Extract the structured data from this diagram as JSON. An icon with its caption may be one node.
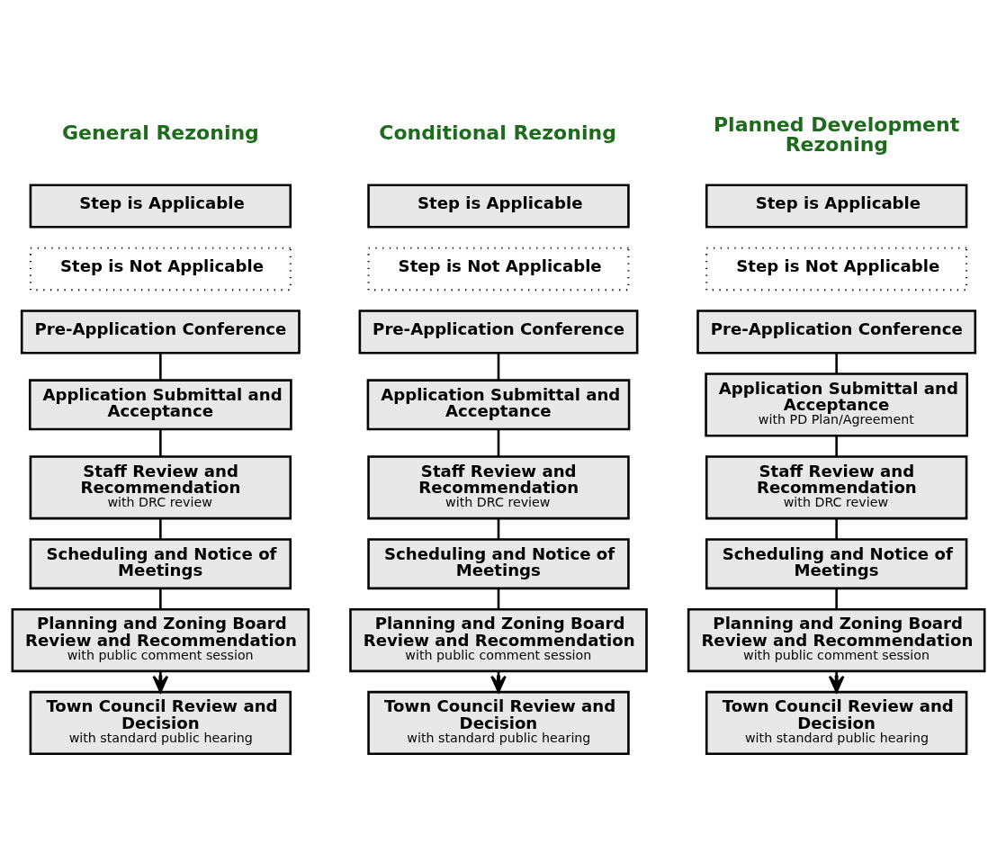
{
  "diagram": {
    "nodes": [
      {
        "text": [
          "Step is Applicable"
        ]
      },
      {
        "text": [
          "Step is Not Applicable"
        ]
      },
      {
        "text": [
          "Pre-Application Conference"
        ]
      },
      {
        "text": [
          "Application Submittal and Acceptance"
        ]
      },
      {
        "text": [
          "Staff Review and Recommendation",
          "with DRC review"
        ]
      },
      {
        "text": [
          "Scheduling and Notice of Meetings"
        ]
      },
      {
        "text": [
          "Planning and Zoning Board Review and Recommendation",
          "with public comment session"
        ]
      },
      {
        "text": [
          "Town Council Review and Decision",
          "with standard public hearing"
        ]
      },
      {
        "text": [
          "Step is Applicable"
        ]
      },
      {
        "text": [
          "Step is Not Applicable"
        ]
      },
      {
        "text": [
          "Pre-Application Conference"
        ]
      },
      {
        "text": [
          "Application Submittal and Acceptance"
        ]
      },
      {
        "text": [
          "Staff Review and Recommendation",
          "with DRC review"
        ]
      },
      {
        "text": [
          "Scheduling and Notice of Meetings"
        ]
      },
      {
        "text": [
          "Planning and Zoning Board Review and Recommendation",
          "with public comment session"
        ]
      },
      {
        "text": [
          "Town Council Review and Decision",
          "with standard public hearing"
        ]
      },
      {
        "text": [
          "Step is Applicable"
        ]
      },
      {
        "text": [
          "Step is Not Applicable"
        ]
      },
      {
        "text": [
          "Pre-Application Conference"
        ]
      },
      {
        "text": [
          "Application Submittal and Acceptance",
          "with PD Plan/Agreement"
        ]
      },
      {
        "text": [
          "Staff Review and Recommendation",
          "with DRC review"
        ]
      },
      {
        "text": [
          "Scheduling and Notice of Meetings"
        ]
      },
      {
        "text": [
          "Planning and Zoning Board Review and Recommendation",
          "with public comment session"
        ]
      },
      {
        "text": [
          "Town Council Review and Decision",
          "with standard public hearing"
        ]
      }
    ],
    "edges": [
      {
        "from": 2,
        "to": 3,
        "arrow": "none"
      },
      {
        "from": 3,
        "to": 4,
        "arrow": "none"
      },
      {
        "from": 4,
        "to": 5,
        "arrow": "none"
      },
      {
        "from": 5,
        "to": 6,
        "arrow": "none"
      },
      {
        "from": 6,
        "to": 7,
        "arrow": "to"
      },
      {
        "from": 10,
        "to": 11,
        "arrow": "none"
      },
      {
        "from": 11,
        "to": 12,
        "arrow": "none"
      },
      {
        "from": 12,
        "to": 13,
        "arrow": "none"
      },
      {
        "from": 13,
        "to": 14,
        "arrow": "none"
      },
      {
        "from": 14,
        "to": 15,
        "arrow": "to"
      },
      {
        "from": 18,
        "to": 19,
        "arrow": "none"
      },
      {
        "from": 19,
        "to": 20,
        "arrow": "none"
      },
      {
        "from": 20,
        "to": 21,
        "arrow": "none"
      },
      {
        "from": 21,
        "to": 22,
        "arrow": "none"
      },
      {
        "from": 22,
        "to": 23,
        "arrow": "to"
      }
    ],
    "labels": [
      "General Rezoning",
      "Conditional Rezoning",
      "Planned Development Rezoning"
    ]
  }
}
